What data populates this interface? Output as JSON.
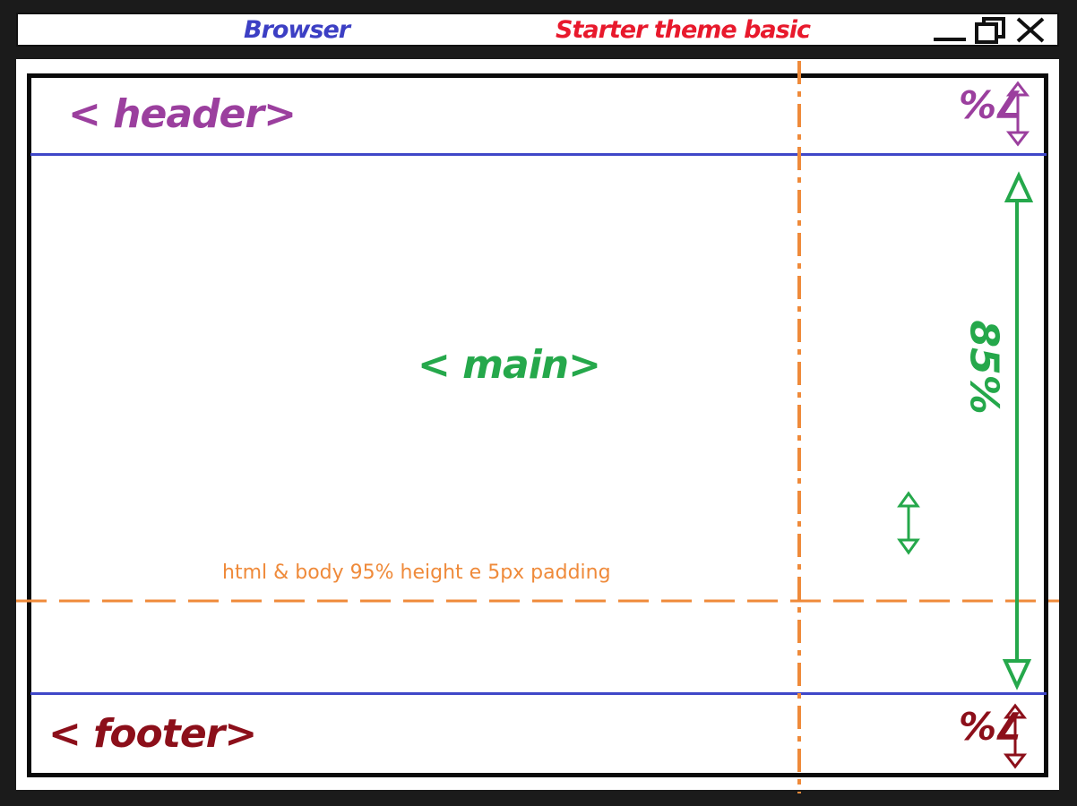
{
  "titlebar": {
    "browser_label": "Browser",
    "theme_label": "Starter theme basic",
    "icons": [
      "minimize-icon",
      "restore-icon",
      "close-icon"
    ]
  },
  "layout": {
    "header_tag": "< header>",
    "main_tag": "< main>",
    "footer_tag": "< footer>",
    "header_height": "7%",
    "main_height": "85%",
    "footer_height": "7%",
    "note": "html & body 95% height e 5px  padding"
  },
  "colors": {
    "browser_text": "#3c3fc4",
    "theme_text": "#e8192c",
    "header": "#9b3f9e",
    "main": "#25a84b",
    "footer": "#8c0f1a",
    "divider": "#3f47c8",
    "guide": "#ef8a3a"
  }
}
